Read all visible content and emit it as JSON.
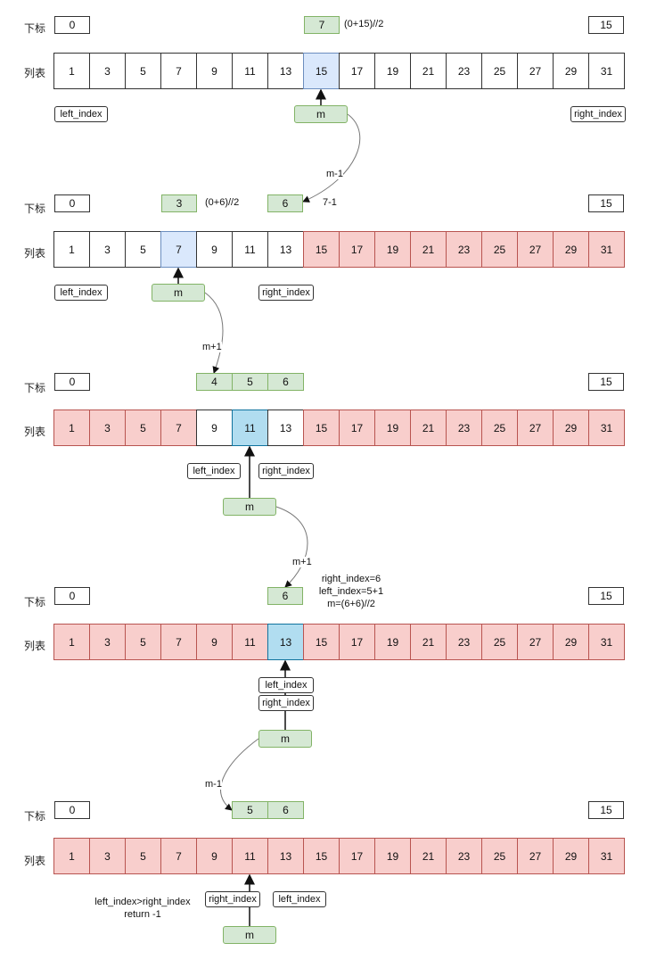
{
  "labels": {
    "index": "下标",
    "list": "列表"
  },
  "values": [
    "1",
    "3",
    "5",
    "7",
    "9",
    "11",
    "13",
    "15",
    "17",
    "19",
    "21",
    "23",
    "25",
    "27",
    "29",
    "31"
  ],
  "step1": {
    "first_index": "0",
    "mid_index": "7",
    "mid_formula": "(0+15)//2",
    "last_index": "15",
    "left_tag": "left_index",
    "right_tag": "right_index",
    "m_label": "m",
    "edge_label": "m-1"
  },
  "step2": {
    "first_index": "0",
    "mid_index": "3",
    "mid_formula": "(0+6)//2",
    "new_right": "6",
    "new_right_formula": "7-1",
    "last_index": "15",
    "left_tag": "left_index",
    "right_tag": "right_index",
    "m_label": "m",
    "edge_label": "m+1"
  },
  "step3": {
    "first_index": "0",
    "range": [
      "4",
      "5",
      "6"
    ],
    "last_index": "15",
    "left_tag": "left_index",
    "right_tag": "right_index",
    "m_label": "m",
    "edge_label": "m+1"
  },
  "step4": {
    "first_index": "0",
    "mid_index": "6",
    "last_index": "15",
    "note_lines": [
      "right_index=6",
      "left_index=5+1",
      "m=(6+6)//2"
    ],
    "left_tag": "left_index",
    "right_tag": "right_index",
    "m_label": "m",
    "edge_label": "m-1"
  },
  "step5": {
    "first_index": "0",
    "range": [
      "5",
      "6"
    ],
    "last_index": "15",
    "note_lines": [
      "left_index>right_index",
      "return -1"
    ],
    "left_tag": "left_index",
    "right_tag": "right_index",
    "m_label": "m"
  },
  "colors": {
    "green_fill": "#d5e8d4",
    "green_stroke": "#82b366",
    "excluded_fill": "#f8cecc",
    "excluded_stroke": "#b85450",
    "mid_light": "#dae8fc",
    "mid_blue": "#b1ddf0"
  }
}
